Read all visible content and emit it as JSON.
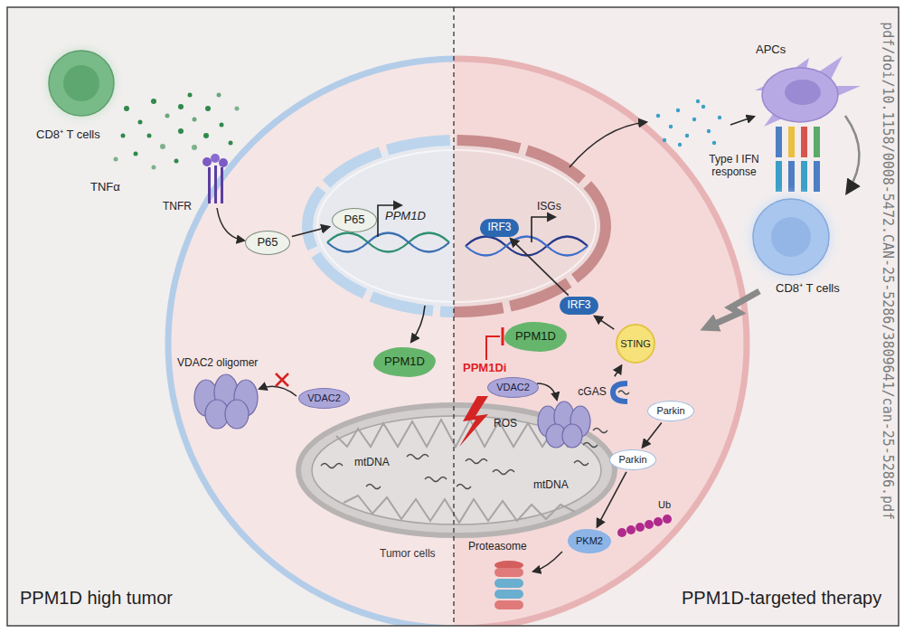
{
  "diagram": {
    "nodes": [
      {
        "text": [
          "P65"
        ]
      },
      {
        "text": [
          "P65"
        ]
      },
      {
        "text": [
          "PPM1D"
        ]
      },
      {
        "text": [
          "VDAC2"
        ]
      },
      {
        "text": [
          "IRF3"
        ]
      },
      {
        "text": [
          "IRF3"
        ]
      },
      {
        "text": [
          "STING"
        ]
      },
      {
        "text": [
          "cGAS"
        ]
      },
      {
        "text": [
          "PPM1D"
        ]
      },
      {
        "text": [
          "VDAC2"
        ]
      },
      {
        "text": [
          "Parkin"
        ]
      },
      {
        "text": [
          "Parkin"
        ]
      },
      {
        "text": [
          "PKM2"
        ]
      }
    ],
    "edges": [
      {
        "from": 0,
        "to": 1,
        "arrow": "to"
      },
      {
        "from": 7,
        "to": 6,
        "arrow": "to"
      },
      {
        "from": 6,
        "to": 5,
        "arrow": "to"
      },
      {
        "from": 5,
        "to": 4,
        "arrow": "to"
      },
      {
        "from": 10,
        "to": 11,
        "arrow": "to"
      },
      {
        "from": 11,
        "to": 12,
        "arrow": "to"
      }
    ],
    "labels": [
      "CD8⁺ T cells",
      "TNFα",
      "TNFR",
      "PPM1D",
      "VDAC2 oligomer",
      "mtDNA",
      "Tumor cells",
      "PPM1D high tumor",
      "ISGs",
      "Type I IFN response",
      "APCs",
      "CD8⁺ T cells",
      "PPM1Di",
      "ROS",
      "mtDNA",
      "Ub",
      "Proteasome",
      "PPM1D-targeted therapy",
      "pdf/doi/10.1158/0008-5472.CAN-25-5286/3809641/can-25-5286.pdf"
    ]
  }
}
